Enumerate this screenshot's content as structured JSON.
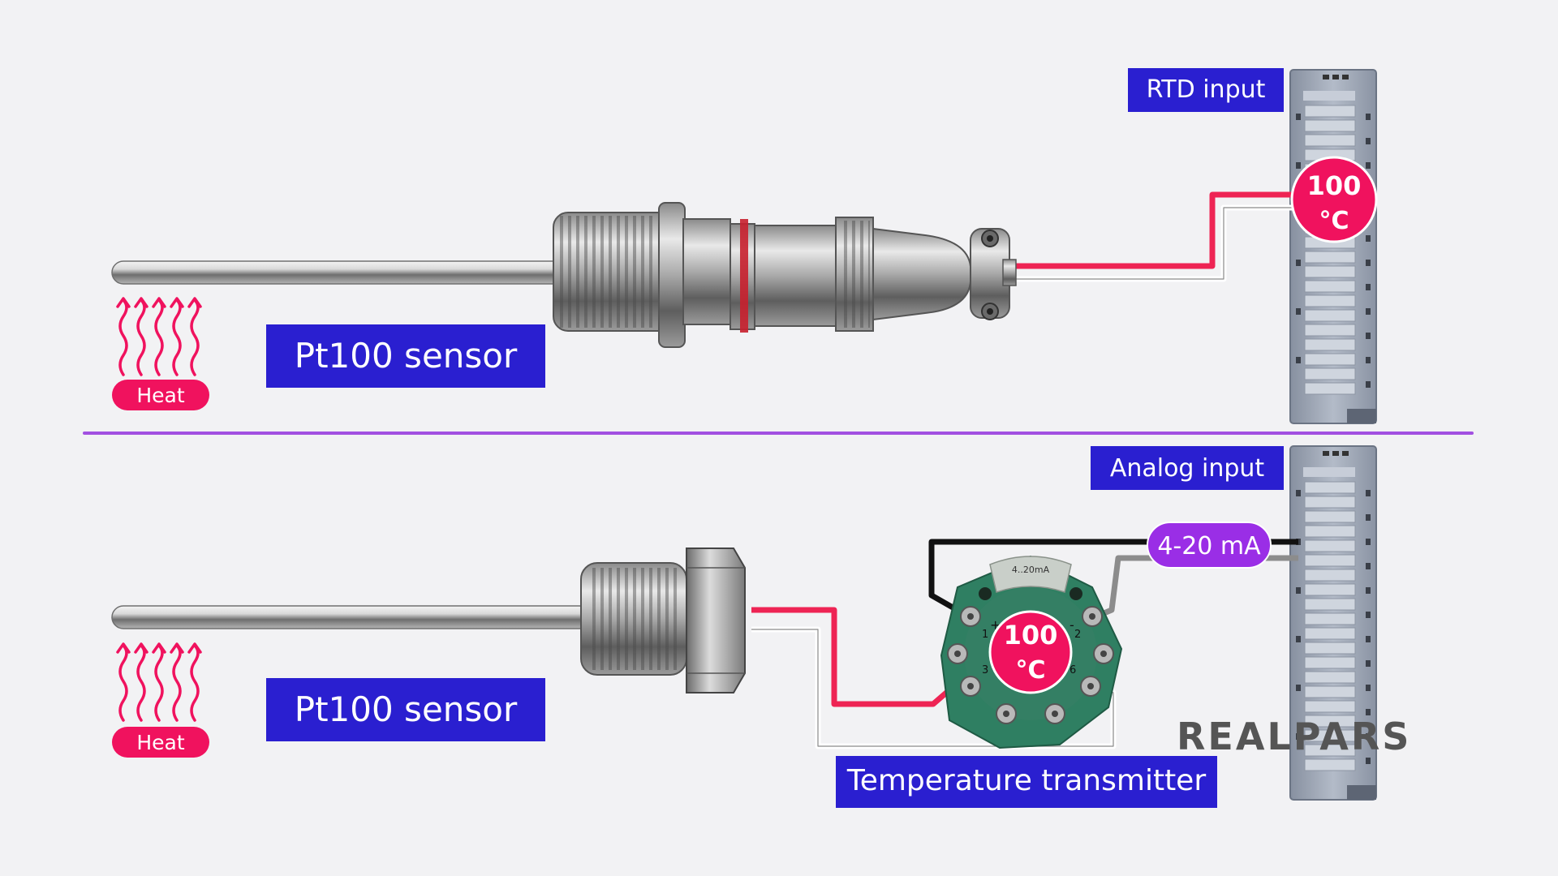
{
  "top": {
    "sensor_label": "Pt100 sensor",
    "heat_label": "Heat",
    "input_label": "RTD input",
    "reading_value": "100",
    "reading_unit": "°C"
  },
  "bottom": {
    "sensor_label": "Pt100 sensor",
    "heat_label": "Heat",
    "input_label": "Analog input",
    "signal_label": "4-20 mA",
    "transmitter_label": "Temperature transmitter",
    "reading_value": "100",
    "reading_unit": "°C",
    "transmitter_marking": "4..20mA",
    "terminal_numbers": [
      "1",
      "2",
      "3",
      "6"
    ],
    "terminal_signs": [
      "+",
      "-"
    ]
  },
  "brand": {
    "logo_text": "REALPARS"
  },
  "colors": {
    "label_bg": "#2a1fd0",
    "heat_pink": "#f0125e",
    "signal_purple": "#9a2ee6",
    "divider": "#9a3fe0",
    "wire_red": "#ee2454",
    "transmitter_green": "#2f7f62",
    "plc_gray": "#9aa3b3"
  },
  "icons": [
    "heat-waves-icon",
    "plc-module-icon",
    "pt100-probe-icon",
    "transmitter-icon"
  ]
}
